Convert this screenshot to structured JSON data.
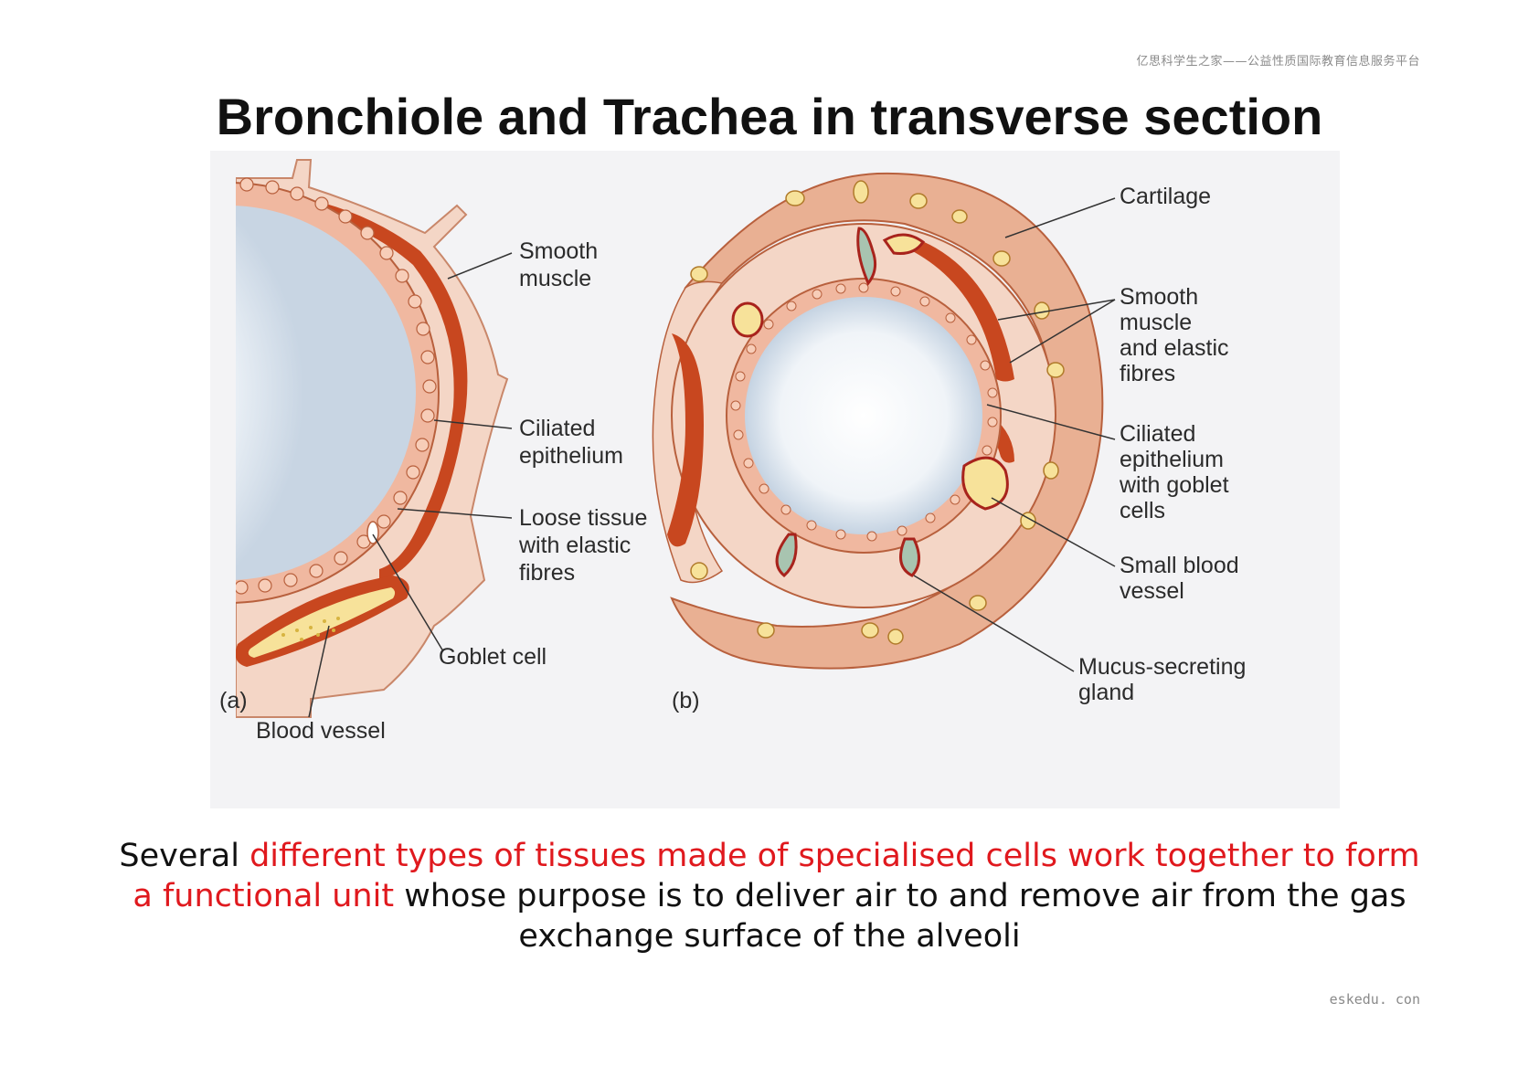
{
  "header_note": "亿思科学生之家——公益性质国际教育信息服务平台",
  "title": "Bronchiole and Trachea in transverse section",
  "diagram": {
    "panel_a_label": "(a)",
    "panel_b_label": "(b)",
    "labels_a": {
      "smooth_muscle_1": "Smooth",
      "smooth_muscle_2": "muscle",
      "ciliated_1": "Ciliated",
      "ciliated_2": "epithelium",
      "loose_1": "Loose tissue",
      "loose_2": "with elastic",
      "loose_3": "fibres",
      "goblet": "Goblet cell",
      "blood_vessel": "Blood vessel"
    },
    "labels_b": {
      "cartilage": "Cartilage",
      "sm_1": "Smooth",
      "sm_2": "muscle",
      "sm_3": "and elastic",
      "sm_4": "fibres",
      "cil_1": "Ciliated",
      "cil_2": "epithelium",
      "cil_3": "with goblet",
      "cil_4": "cells",
      "sbv_1": "Small blood",
      "sbv_2": "vessel",
      "mucus_1": "Mucus-secreting",
      "mucus_2": "gland"
    },
    "colors": {
      "cartilage": "#e9b093",
      "tissue": "#f4d6c6",
      "muscle": "#c8471f",
      "lumen": "#ffffff",
      "vessel_fill": "#f7e29a"
    }
  },
  "caption": {
    "part1": "Several ",
    "part2": "different types of tissues made of specialised cells work together to form a functional unit",
    "part3": " whose purpose is to deliver air to and remove air from the gas exchange surface of the alveoli"
  },
  "footer_note": "eskedu. con"
}
